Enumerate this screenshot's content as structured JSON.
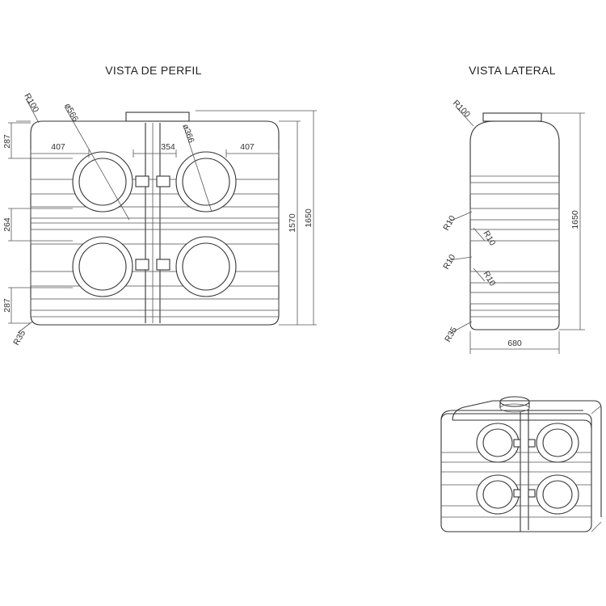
{
  "views": {
    "profile_title": "VISTA DE PERFIL",
    "lateral_title": "VISTA LATERAL"
  },
  "profile_dims": {
    "r_top": "R100",
    "dia_left": "ø566",
    "dia_right": "ø366",
    "w_left": "407",
    "w_center": "354",
    "w_right": "407",
    "h_top": "287",
    "h_mid": "264",
    "h_bottom": "287",
    "r_bottom": "R35",
    "h_inner": "1570",
    "h_total": "1650"
  },
  "lateral_dims": {
    "r_top": "R100",
    "r1": "R10",
    "r2": "R10",
    "r3": "R10",
    "r4": "R10",
    "r_bottom": "R35",
    "width": "680",
    "height": "1650"
  }
}
